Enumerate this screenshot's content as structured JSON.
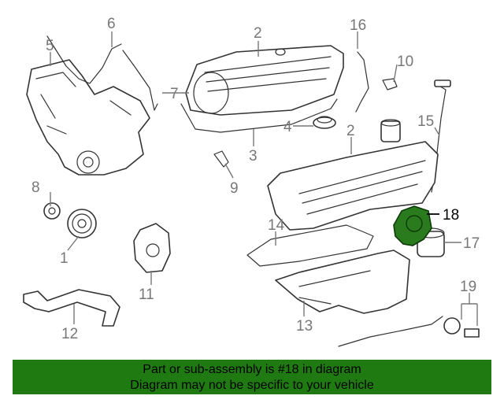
{
  "diagram": {
    "callouts": {
      "n1": "1",
      "n2a": "2",
      "n2b": "2",
      "n3": "3",
      "n4": "4",
      "n5": "5",
      "n6": "6",
      "n7": "7",
      "n8": "8",
      "n9": "9",
      "n10": "10",
      "n11": "11",
      "n12": "12",
      "n13": "13",
      "n14": "14",
      "n15": "15",
      "n16": "16",
      "n17": "17",
      "n18": "18",
      "n19": "19"
    },
    "highlighted_part": "18",
    "highlight_color": "#2a7a1e"
  },
  "banner": {
    "line1": "Part or sub-assembly is #18 in diagram",
    "line2": "Diagram may not be specific to your vehicle",
    "background": "#1f7a12"
  }
}
